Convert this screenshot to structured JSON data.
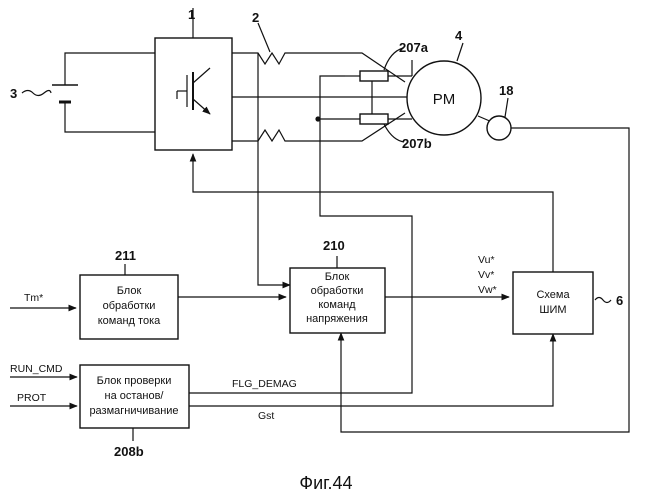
{
  "figure": {
    "caption": "Фиг.44"
  },
  "refs": {
    "inverter": "1",
    "current_sensor": "2",
    "battery": "3",
    "motor": "4",
    "pwm": "6",
    "encoder": "18",
    "shunt_a": "207a",
    "shunt_b": "207b",
    "check_block": "208b",
    "voltage_block": "210",
    "current_block": "211"
  },
  "motor": {
    "label": "PM"
  },
  "blocks": {
    "current": [
      "Блок",
      "обработки",
      "команд тока"
    ],
    "voltage": [
      "Блок",
      "обработки",
      "команд",
      "напряжения"
    ],
    "pwm": [
      "Схема",
      "ШИМ"
    ],
    "check": [
      "Блок проверки",
      "на останов/",
      "размагничивание"
    ]
  },
  "signals": {
    "tm": "Tm*",
    "vu": "Vu*",
    "vv": "Vv*",
    "vw": "Vw*",
    "run_cmd": "RUN_CMD",
    "prot": "PROT",
    "flg_demag": "FLG_DEMAG",
    "gst": "Gst"
  },
  "colors": {
    "line": "#111111",
    "background": "#ffffff"
  }
}
